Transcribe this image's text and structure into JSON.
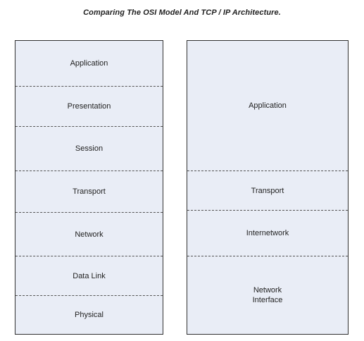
{
  "title": "Comparing The OSI Model And TCP / IP Architecture.",
  "osi": {
    "layers": [
      "Application",
      "Presentation",
      "Session",
      "Transport",
      "Network",
      "Data Link",
      "Physical"
    ]
  },
  "tcp_ip": {
    "layers": [
      "Application",
      "Transport",
      "Internetwork",
      "Network\nInterface"
    ]
  },
  "colors": {
    "box_fill": "#e9edf6",
    "border": "#303030",
    "dashed_divider": "#555555"
  }
}
